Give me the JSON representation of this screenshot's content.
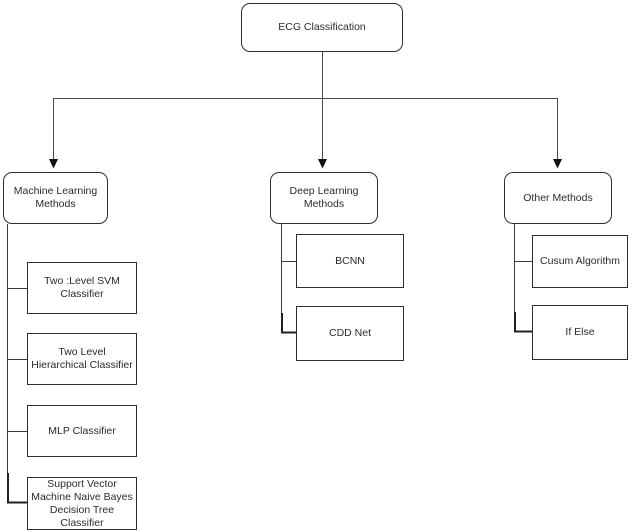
{
  "diagram": {
    "root": {
      "label": "ECG Classification"
    },
    "branches": [
      {
        "label": "Machine Learning\nMethods",
        "children": [
          {
            "label": "Two :Level SVM\nClassifier"
          },
          {
            "label": "Two Level\nHierarchical Classifier"
          },
          {
            "label": "MLP Classifier"
          },
          {
            "label": "Support Vector\nMachine Naive Bayes\nDecision Tree\nClassifier"
          }
        ]
      },
      {
        "label": "Deep Learning\nMethods",
        "children": [
          {
            "label": "BCNN"
          },
          {
            "label": "CDD Net"
          }
        ]
      },
      {
        "label": "Other Methods",
        "children": [
          {
            "label": "Cusum Algorithm"
          },
          {
            "label": "If Else"
          }
        ]
      }
    ],
    "colors": {
      "background": "#ffffff",
      "border": "#2e2e2e",
      "line": "#4a4a4a",
      "arrow": "#111111",
      "text": "#2b2b2b"
    }
  }
}
